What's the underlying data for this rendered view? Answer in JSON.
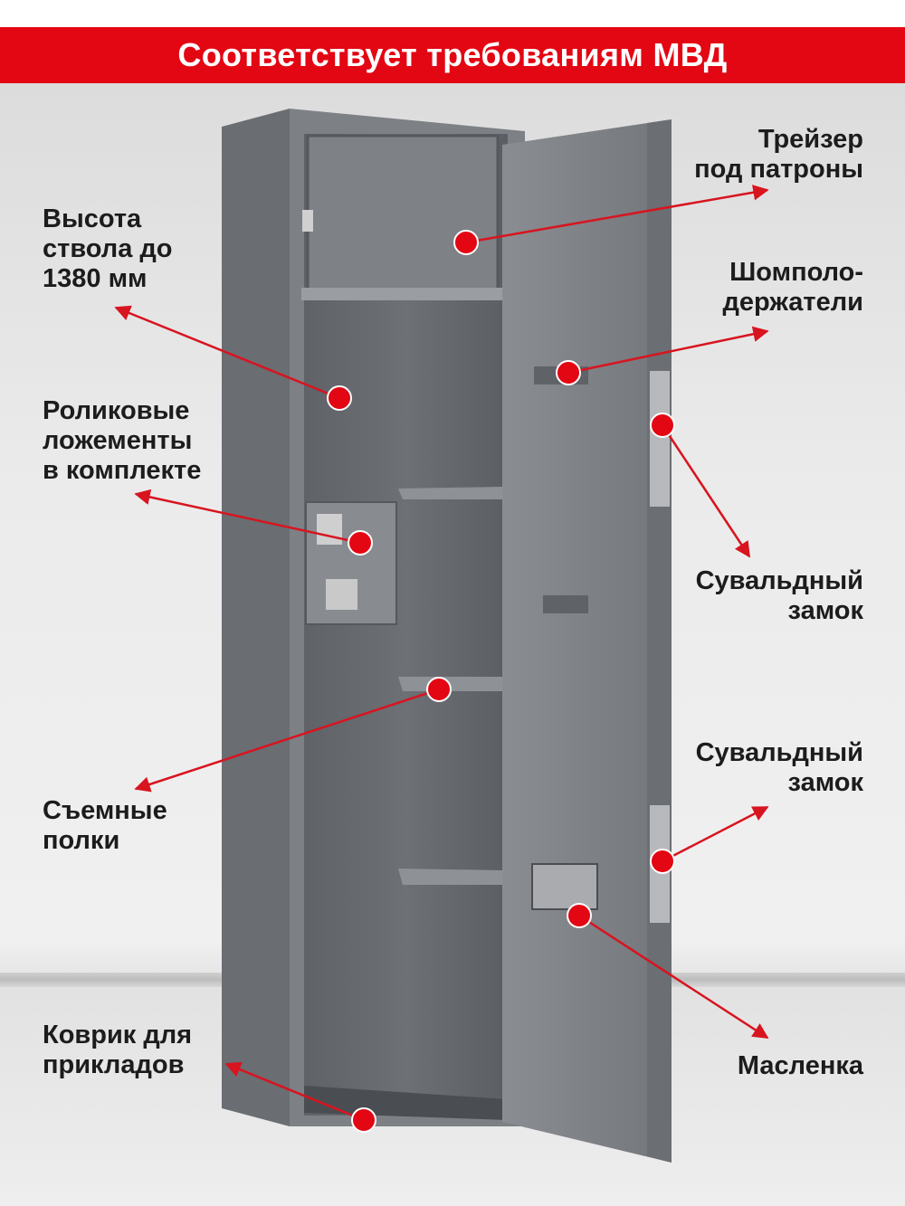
{
  "banner": {
    "text": "Соответствует требованиям МВД",
    "color": "#e30613"
  },
  "colors": {
    "marker": "#e30613",
    "arrow": "#d8141f",
    "cabinet": "#777a7f"
  },
  "labels": {
    "barrel_height": [
      "Высота",
      "ствола до",
      "1380 мм"
    ],
    "cartridge_tray": [
      "Трейзер",
      "под патроны"
    ],
    "ramrod_holders": [
      "Шомполо-",
      "держатели"
    ],
    "roller_cradles": [
      "Роликовые",
      "ложементы",
      "в комплекте"
    ],
    "lever_lock_1": [
      "Сувальдный",
      "замок"
    ],
    "lever_lock_2": [
      "Сувальдный",
      "замок"
    ],
    "removable_shelves": [
      "Съемные",
      "полки"
    ],
    "butt_mat": [
      "Коврик для",
      "прикладов"
    ],
    "oiler": [
      "Масленка"
    ]
  }
}
